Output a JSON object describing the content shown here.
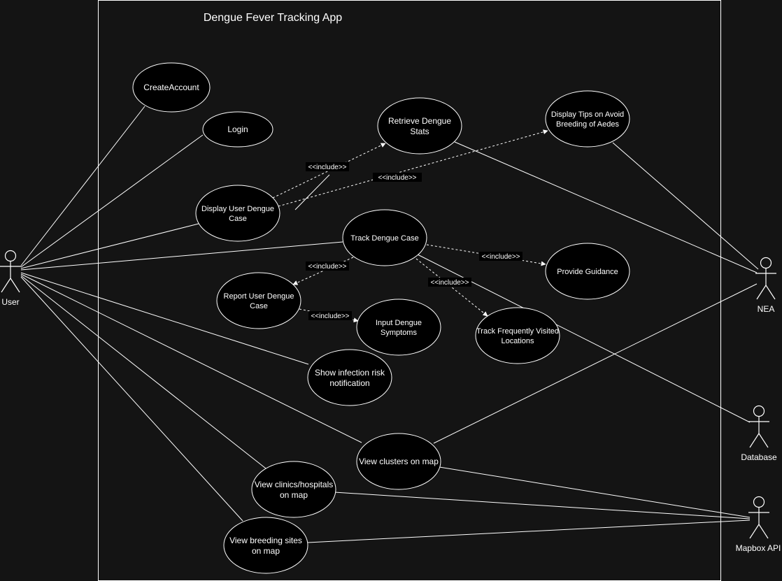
{
  "system": {
    "title": "Dengue Fever Tracking App"
  },
  "actors": {
    "user": "User",
    "nea": "NEA",
    "database": "Database",
    "mapbox": "Mapbox API"
  },
  "use_cases": {
    "create_account": [
      "CreateAccount"
    ],
    "login": [
      "Login"
    ],
    "retrieve_stats": [
      "Retrieve Dengue",
      "Stats"
    ],
    "display_tips": [
      "Display Tips on Avoid",
      "Breeding of Aedes"
    ],
    "display_case": [
      "Display User Dengue",
      "Case"
    ],
    "track_case": [
      "Track Dengue Case"
    ],
    "provide_guidance": [
      "Provide Guidance"
    ],
    "report_case": [
      "Report User Dengue",
      "Case"
    ],
    "input_symptoms": [
      "Input Dengue",
      "Symptoms"
    ],
    "track_locations": [
      "Track Frequently Visited",
      "Locations"
    ],
    "infection_risk": [
      "Show infection risk",
      "notification"
    ],
    "view_clusters": [
      "View clusters on map"
    ],
    "view_clinics": [
      "View clinics/hospitals",
      "on map"
    ],
    "view_breeding": [
      "View breeding sites",
      "on map"
    ]
  },
  "relation_label": "<<include>>"
}
